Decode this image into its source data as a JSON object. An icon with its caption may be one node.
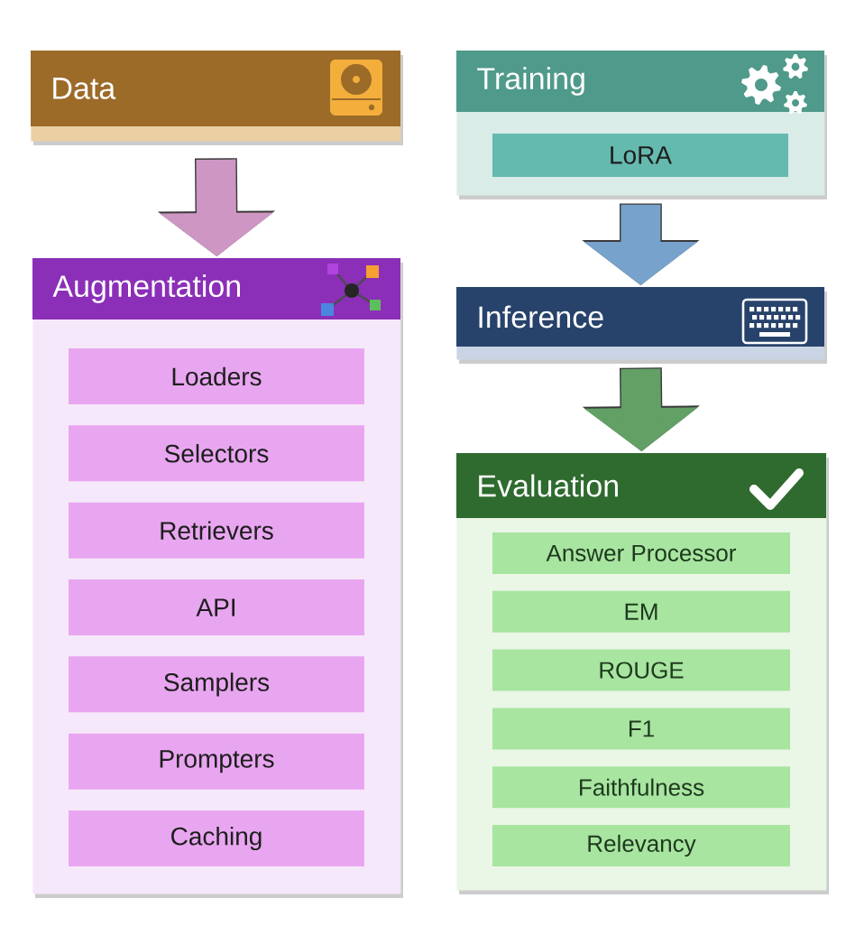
{
  "diagram": {
    "nodes": [
      {
        "text": [
          "Data"
        ]
      },
      {
        "text": [
          "Augmentation"
        ]
      },
      {
        "text": [
          "Loaders"
        ],
        "in": 1
      },
      {
        "text": [
          "Selectors"
        ],
        "in": 1
      },
      {
        "text": [
          "Retrievers"
        ],
        "in": 1
      },
      {
        "text": [
          "API"
        ],
        "in": 1
      },
      {
        "text": [
          "Samplers"
        ],
        "in": 1
      },
      {
        "text": [
          "Prompters"
        ],
        "in": 1
      },
      {
        "text": [
          "Caching"
        ],
        "in": 1
      },
      {
        "text": [
          "Training"
        ]
      },
      {
        "text": [
          "LoRA"
        ],
        "in": 9
      },
      {
        "text": [
          "Inference"
        ]
      },
      {
        "text": [
          "Evaluation"
        ]
      },
      {
        "text": [
          "Answer Processor"
        ],
        "in": 12
      },
      {
        "text": [
          "EM"
        ],
        "in": 12
      },
      {
        "text": [
          "ROUGE"
        ],
        "in": 12
      },
      {
        "text": [
          "F1"
        ],
        "in": 12
      },
      {
        "text": [
          "Faithfulness"
        ],
        "in": 12
      },
      {
        "text": [
          "Relevancy"
        ],
        "in": 12
      }
    ],
    "edges": [
      {
        "from": 0,
        "to": 1,
        "arrow": "to",
        "color": "#cd96c3"
      },
      {
        "from": 9,
        "to": 11,
        "arrow": "to",
        "color": "#77a2cb"
      },
      {
        "from": 11,
        "to": 12,
        "arrow": "to",
        "color": "#62a066"
      }
    ]
  }
}
